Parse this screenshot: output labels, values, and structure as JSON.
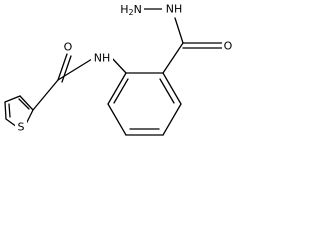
{
  "molecule": {
    "atoms": {
      "sulfur": "S",
      "amide_oxygen_left": "O",
      "amide_nitrogen": "NH",
      "hydrazide_nitrogen_terminal": "H",
      "hydrazide_nitrogen_terminal_subscript": "2",
      "hydrazide_nitrogen_terminal_element": "N",
      "hydrazide_nitrogen_inner": "NH",
      "hydrazide_oxygen": "O"
    }
  }
}
